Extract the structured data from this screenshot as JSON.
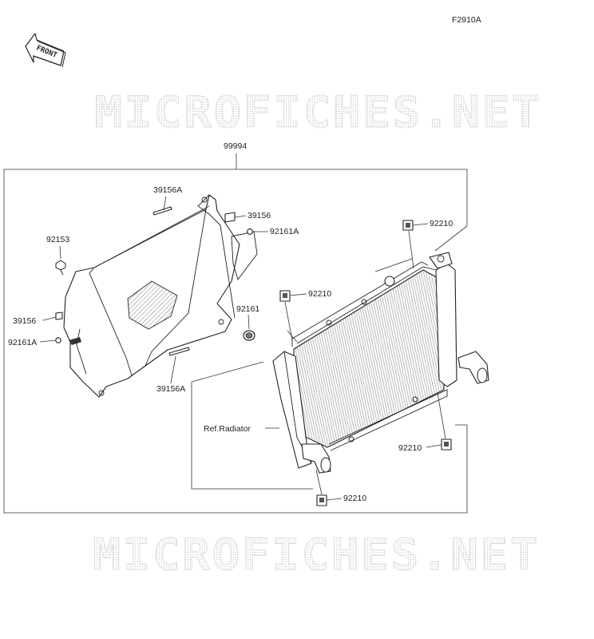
{
  "figure_code": "F2910A",
  "front_label": "FRONT",
  "watermark": "MICROFICHES.NET",
  "callouts": {
    "assembly": "99994",
    "trim_top": "39156A",
    "trim_bottom": "39156A",
    "trim_right": "39156",
    "trim_left": "39156",
    "grommet_a_right": "92161A",
    "grommet_a_left": "92161A",
    "grommet": "92161",
    "bolt": "92153",
    "nut_top_right": "92210",
    "nut_top_mid": "92210",
    "nut_bottom_right": "92210",
    "nut_bottom": "92210",
    "ref_radiator": "Ref.Radiator"
  }
}
